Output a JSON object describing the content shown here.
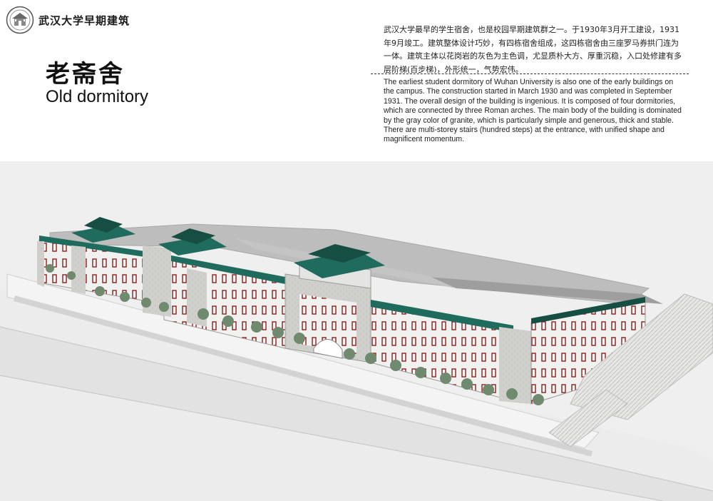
{
  "header": {
    "logo_text": "武汉大学早期建筑",
    "title_zh": "老斋舍",
    "title_en": "Old dormitory",
    "description_zh": "武汉大学最早的学生宿舍，也是校园早期建筑群之一。于1930年3月开工建设，1931年9月竣工。建筑整体设计巧妙，有四栋宿舍组成，这四栋宿舍由三座罗马券拱门连为一体。建筑主体以花岗岩的灰色为主色调，尤显质朴大方、厚重沉稳，入口处修建有多层阶梯(百步梯)，外形统一，气势宏伟。",
    "description_en": "The earliest student dormitory of Wuhan University is also one of the early buildings on the campus. The construction started in March 1930 and was completed in September 1931. The overall design of the building is ingenious. It is composed of four dormitories, which are connected by three Roman arches. The main body of the building is dominated by the gray color of granite, which is particularly simple and generous, thick and stable. There are multi-storey stairs (hundred steps) at the entrance, with unified shape and magnificent momentum."
  },
  "colors": {
    "roof_green": "#1f6b5e",
    "roof_dark": "#164e44",
    "wall_light": "#f1f1ef",
    "granite_grey": "#cfcfcb",
    "window_red": "#8e1a1a",
    "tree_green": "#6f8a6f"
  },
  "illustration": {
    "icon": "building-rendering",
    "seal_icon": "university-seal-icon"
  }
}
